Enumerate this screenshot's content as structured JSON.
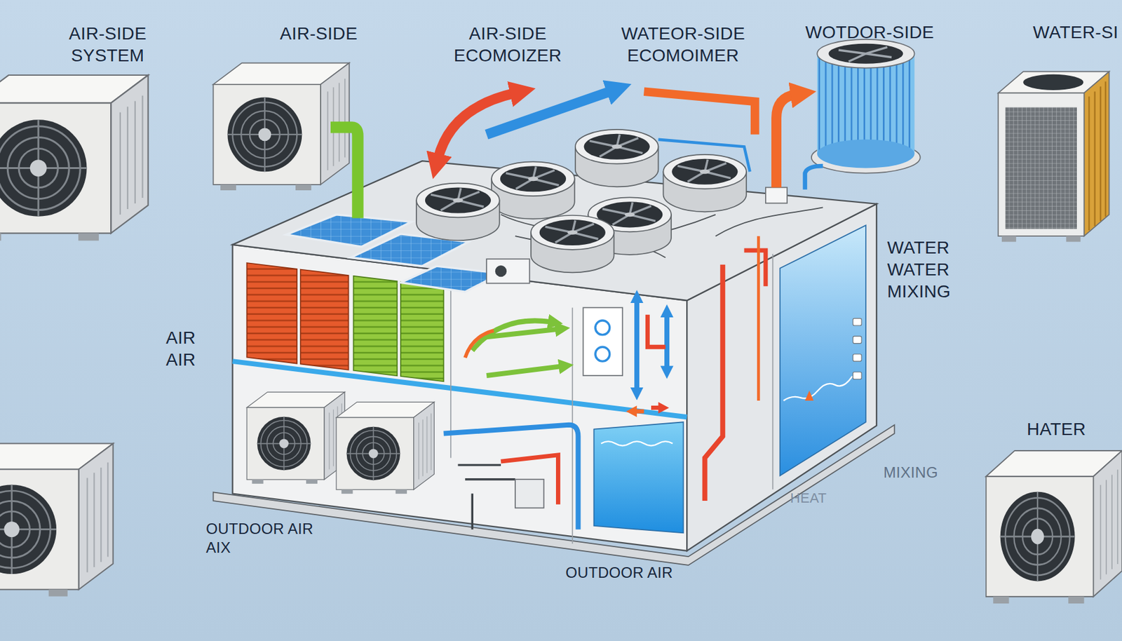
{
  "diagram": {
    "labels": [
      "AIR-SIDE SYSTEM",
      "AIR-SIDE",
      "AIR-SIDE ECOMOIZER",
      "WATEOR-SIDE ECOMOIMER",
      "WOTDOR-SIDE",
      "WATER-SI",
      "WATER WATER MIXING",
      "AIR AIR",
      "HATER",
      "MIXING",
      "HEAT",
      "OUTDOOR AIR AIX",
      "OUTDOOR AIR"
    ]
  }
}
